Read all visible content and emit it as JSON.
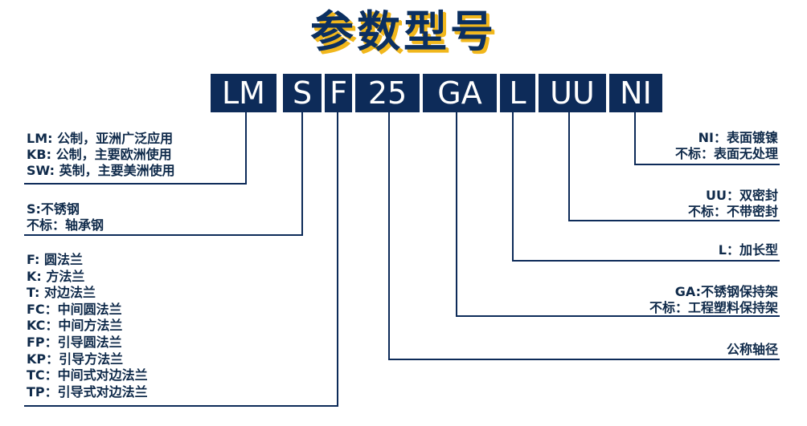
{
  "title": "参数型号",
  "code": {
    "parts": [
      "LM",
      "S",
      "F",
      "25",
      "GA",
      "L",
      "UU",
      "NI"
    ]
  },
  "left_groups": {
    "lm": [
      "LM: 公制，亚洲广泛应用",
      "KB: 公制，主要欧洲使用",
      "SW: 英制，主要美洲使用"
    ],
    "s": [
      "S:不锈钢",
      "不标：轴承钢"
    ],
    "f": [
      "F:    圆法兰",
      "K:    方法兰",
      "T:    对边法兰",
      "FC：中间圆法兰",
      "KC：中间方法兰",
      "FP：引导圆法兰",
      "KP：引导方法兰",
      "TC：中间式对边法兰",
      "TP：引导式对边法兰"
    ]
  },
  "right_groups": {
    "ni": [
      "NI：表面镀镍",
      "不标：表面无处理"
    ],
    "uu": [
      "UU：双密封",
      "不标：不带密封"
    ],
    "l": [
      "L：加长型"
    ],
    "ga": [
      "GA:不锈钢保持架",
      "不标：工程塑料保持架"
    ],
    "d": [
      "公称轴径"
    ]
  },
  "colors": {
    "box": "#0d2b59",
    "title_shadow": "#f1b71c",
    "line": "#0d2b59"
  }
}
